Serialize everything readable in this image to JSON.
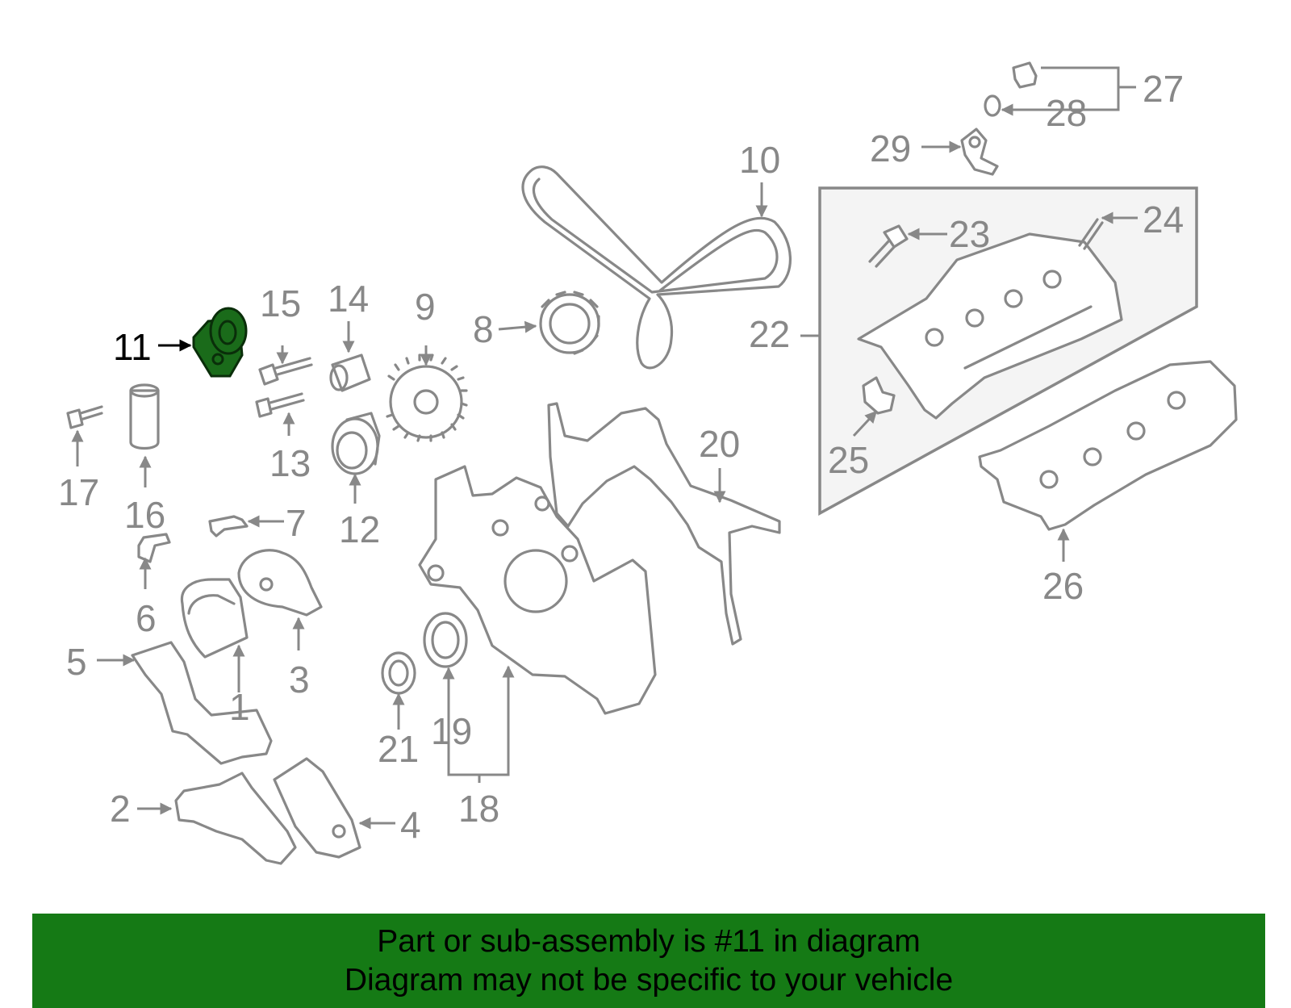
{
  "diagram": {
    "callouts": [
      "1",
      "2",
      "3",
      "4",
      "5",
      "6",
      "7",
      "8",
      "9",
      "10",
      "11",
      "12",
      "13",
      "14",
      "15",
      "16",
      "17",
      "18",
      "19",
      "20",
      "21",
      "22",
      "23",
      "24",
      "25",
      "26",
      "27",
      "28",
      "29"
    ],
    "highlighted_part": "11",
    "colors": {
      "linework": "#888888",
      "highlight_fill": "#1a6b1a",
      "banner": "#157a15"
    }
  },
  "footer": {
    "line1": "Part or sub-assembly is #11 in diagram",
    "line2": "Diagram may not be specific to your vehicle"
  }
}
